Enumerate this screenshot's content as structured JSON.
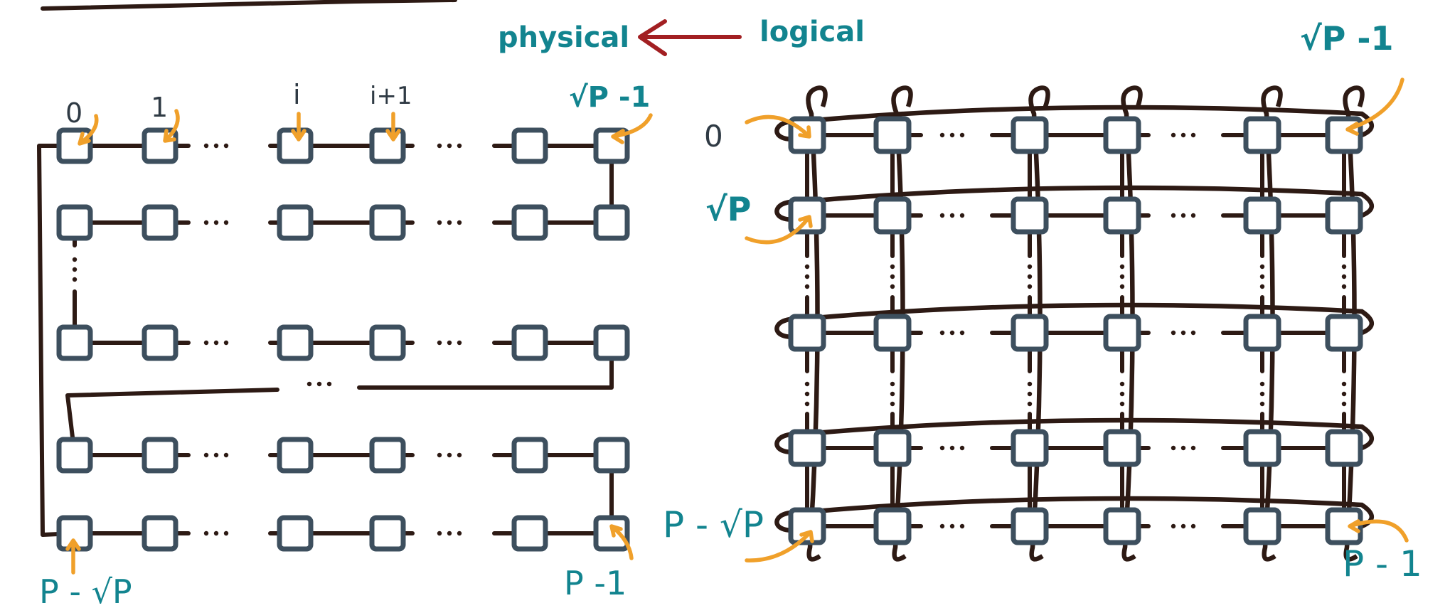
{
  "header": {
    "physical": "physical",
    "logical": "logical"
  },
  "left_grid": {
    "labels": {
      "n0": "0",
      "n1": "1",
      "ni": "i",
      "ni1": "i+1",
      "top_right": "√P -1",
      "bottom_left": "P - √P",
      "bottom_right": "P -1"
    }
  },
  "right_grid": {
    "labels": {
      "top_right": "√P -1",
      "row0": "0",
      "row1": "√P",
      "bottom_left": "P - √P",
      "bottom_right": "P - 1"
    }
  },
  "colors": {
    "label": "#12848f",
    "node": "#3d4f5e",
    "wire": "#2d1a14",
    "arrow": "#f0a02a",
    "mapping_arrow": "#a21f22"
  }
}
